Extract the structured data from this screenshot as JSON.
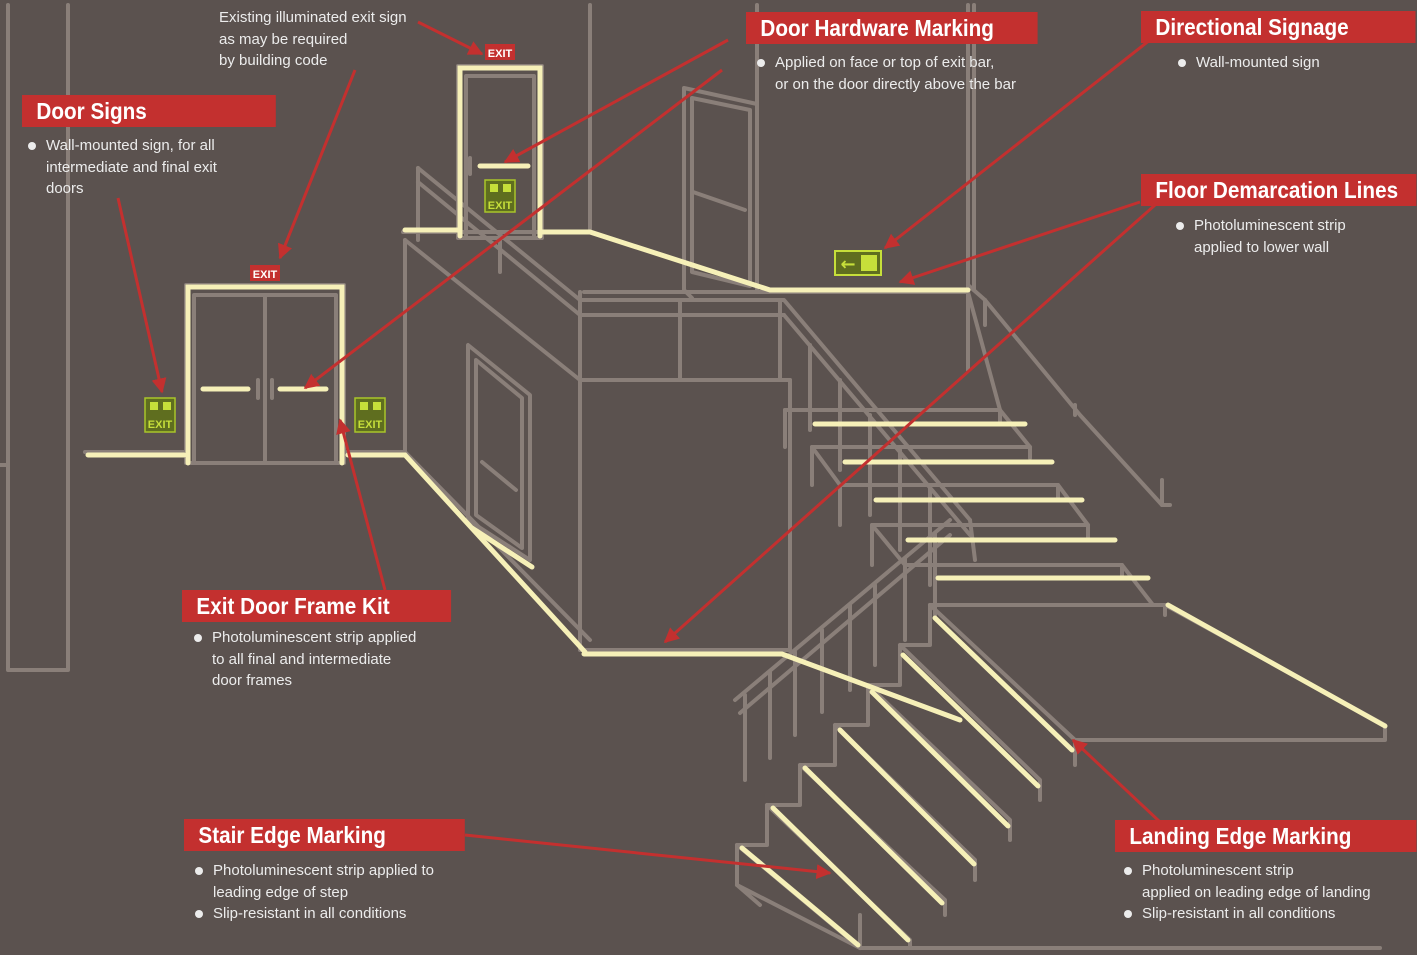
{
  "colors": {
    "background": "#5b524f",
    "structure": "#8a7f79",
    "glow_strip": "#f6f0b8",
    "label_red": "#c3302f",
    "arrow_red": "#c3302f",
    "exit_sign_red": "#c3302f",
    "exit_sign_green": "#a9c52a",
    "text": "#ececec"
  },
  "callouts": {
    "existing_sign": {
      "lines": [
        "Existing illuminated exit sign",
        "as may be required",
        "by building code"
      ]
    },
    "door_signs": {
      "title": "Door Signs",
      "bullets": [
        [
          "Wall-mounted sign, for all",
          "intermediate and final exit",
          "doors"
        ]
      ]
    },
    "door_hardware": {
      "title": "Door  Hardware Marking",
      "bullets": [
        [
          "Applied on face or top of exit bar,",
          "or on the door directly above the bar"
        ]
      ]
    },
    "directional_signage": {
      "title": "Directional Signage",
      "bullets": [
        [
          "Wall-mounted sign"
        ]
      ]
    },
    "floor_demarcation": {
      "title": "Floor Demarcation Lines",
      "bullets": [
        [
          "Photoluminescent strip",
          "applied to lower wall"
        ]
      ]
    },
    "exit_door_frame": {
      "title": "Exit Door Frame Kit",
      "bullets": [
        [
          "Photoluminescent strip applied",
          "to all final and intermediate",
          "door frames"
        ]
      ]
    },
    "stair_edge": {
      "title": "Stair Edge Marking",
      "bullets": [
        [
          "Photoluminescent strip applied to",
          "leading edge of step"
        ],
        [
          "Slip-resistant in all conditions"
        ]
      ]
    },
    "landing_edge": {
      "title": "Landing Edge Marking",
      "bullets": [
        [
          "Photoluminescent strip",
          "applied on leading edge of landing"
        ],
        [
          "Slip-resistant in all conditions"
        ]
      ]
    }
  },
  "signs": {
    "exit_text": "EXIT",
    "arrow_glyph": "←"
  }
}
